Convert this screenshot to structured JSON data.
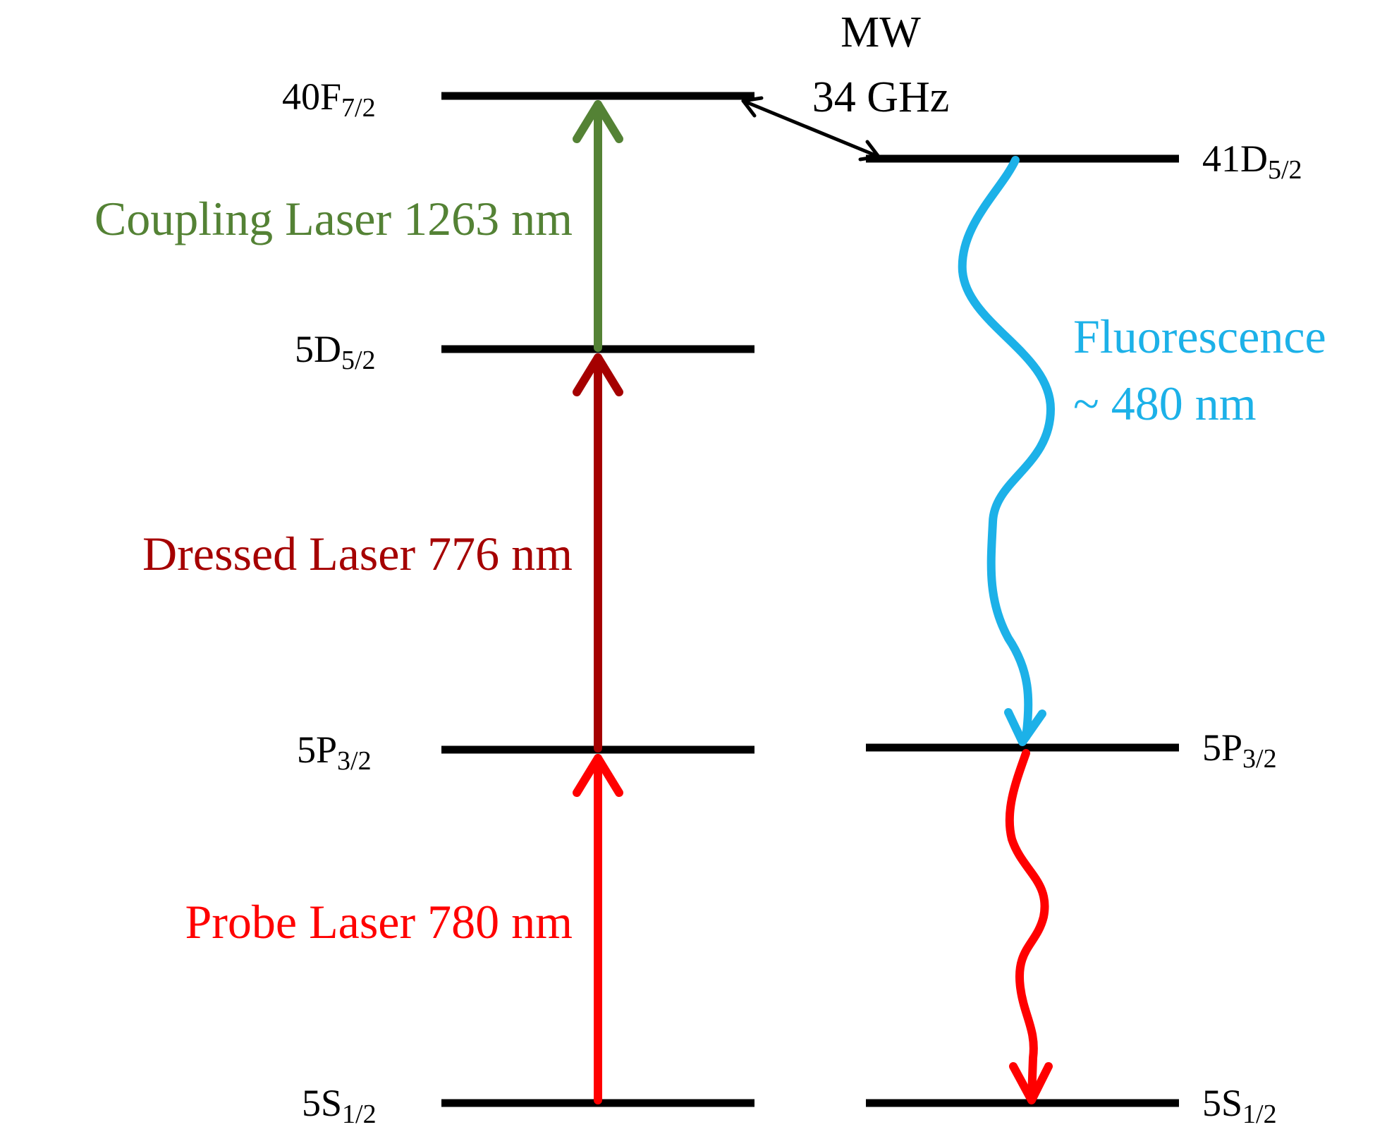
{
  "colors": {
    "level": "#000000",
    "coupling": "#548235",
    "dressed": "#A50000",
    "probe": "#FF0000",
    "fluorescence": "#1CB1E8",
    "mw": "#000000"
  },
  "levels": {
    "f40": {
      "main": "40F",
      "sub": "7/2"
    },
    "d5": {
      "main": "5D",
      "sub": "5/2"
    },
    "p5_left": {
      "main": "5P",
      "sub": "3/2"
    },
    "s5_left": {
      "main": "5S",
      "sub": "1/2"
    },
    "d41": {
      "main": "41D",
      "sub": "5/2"
    },
    "p5_right": {
      "main": "5P",
      "sub": "3/2"
    },
    "s5_right": {
      "main": "5S",
      "sub": "1/2"
    }
  },
  "transitions": {
    "coupling": "Coupling Laser 1263 nm",
    "dressed": "Dressed Laser 776 nm",
    "probe": "Probe Laser 780 nm",
    "fluorescence_line1": "Fluorescence",
    "fluorescence_line2": "~ 480 nm",
    "mw_line1": "MW",
    "mw_line2": "34 GHz"
  },
  "icons": {
    "arrowhead": "chevron-up-icon",
    "wavy_arrow": "wavy-arrow-icon"
  }
}
